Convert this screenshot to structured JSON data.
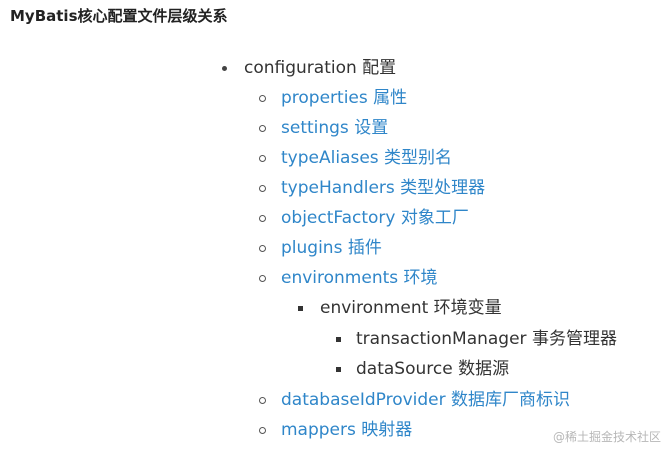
{
  "title": "MyBatis核心配置文件层级关系",
  "tree": {
    "configuration": "configuration 配置",
    "properties": "properties 属性",
    "settings": "settings 设置",
    "typeAliases": "typeAliases 类型别名",
    "typeHandlers": "typeHandlers 类型处理器",
    "objectFactory": "objectFactory 对象工厂",
    "plugins": "plugins 插件",
    "environments": "environments 环境",
    "environment": "environment 环境变量",
    "transactionManager": "transactionManager 事务管理器",
    "dataSource": "dataSource 数据源",
    "databaseIdProvider": "databaseIdProvider 数据库厂商标识",
    "mappers": "mappers 映射器"
  },
  "watermark": "@稀土掘金技术社区",
  "colors": {
    "link": "#2f86c9",
    "text": "#333333",
    "watermark": "#b7b7b7"
  }
}
